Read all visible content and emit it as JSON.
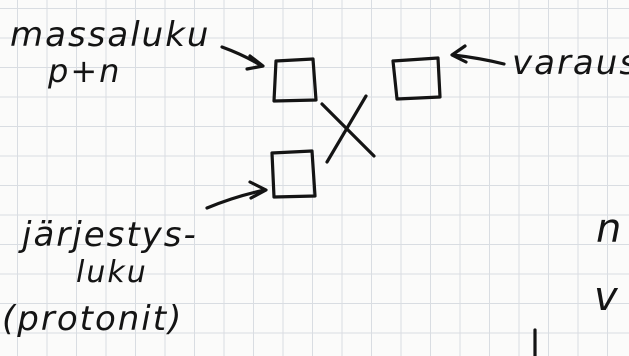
{
  "labels": {
    "mass_number_line1": "massaluku",
    "mass_number_line2": "p+n",
    "charge": "varaus",
    "atomic_number_line1": "järjestys-",
    "atomic_number_line2": "luku",
    "atomic_number_line3": "(protonit)",
    "element_symbol": "X",
    "cut_right_1": "n",
    "cut_right_2": "v"
  },
  "colors": {
    "ink": "#141414",
    "paper": "#fbfbfa",
    "grid": "#d9dde2"
  }
}
